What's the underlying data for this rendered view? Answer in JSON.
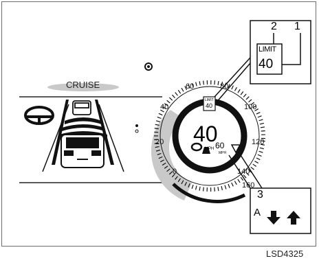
{
  "figure_code": "LSD4325",
  "cruise_label": "CRUISE",
  "callouts": {
    "one": "1",
    "two": "2",
    "three": "3",
    "a": "A"
  },
  "speed_limit": {
    "label": "LIMIT",
    "value": "40"
  },
  "current_speed": "40",
  "speed_unit": "MPH",
  "set_speed": "60",
  "set_unit": "MPH",
  "speedometer_ticks": [
    "0",
    "20",
    "40",
    "60",
    "80",
    "100",
    "120",
    "140",
    "160"
  ]
}
